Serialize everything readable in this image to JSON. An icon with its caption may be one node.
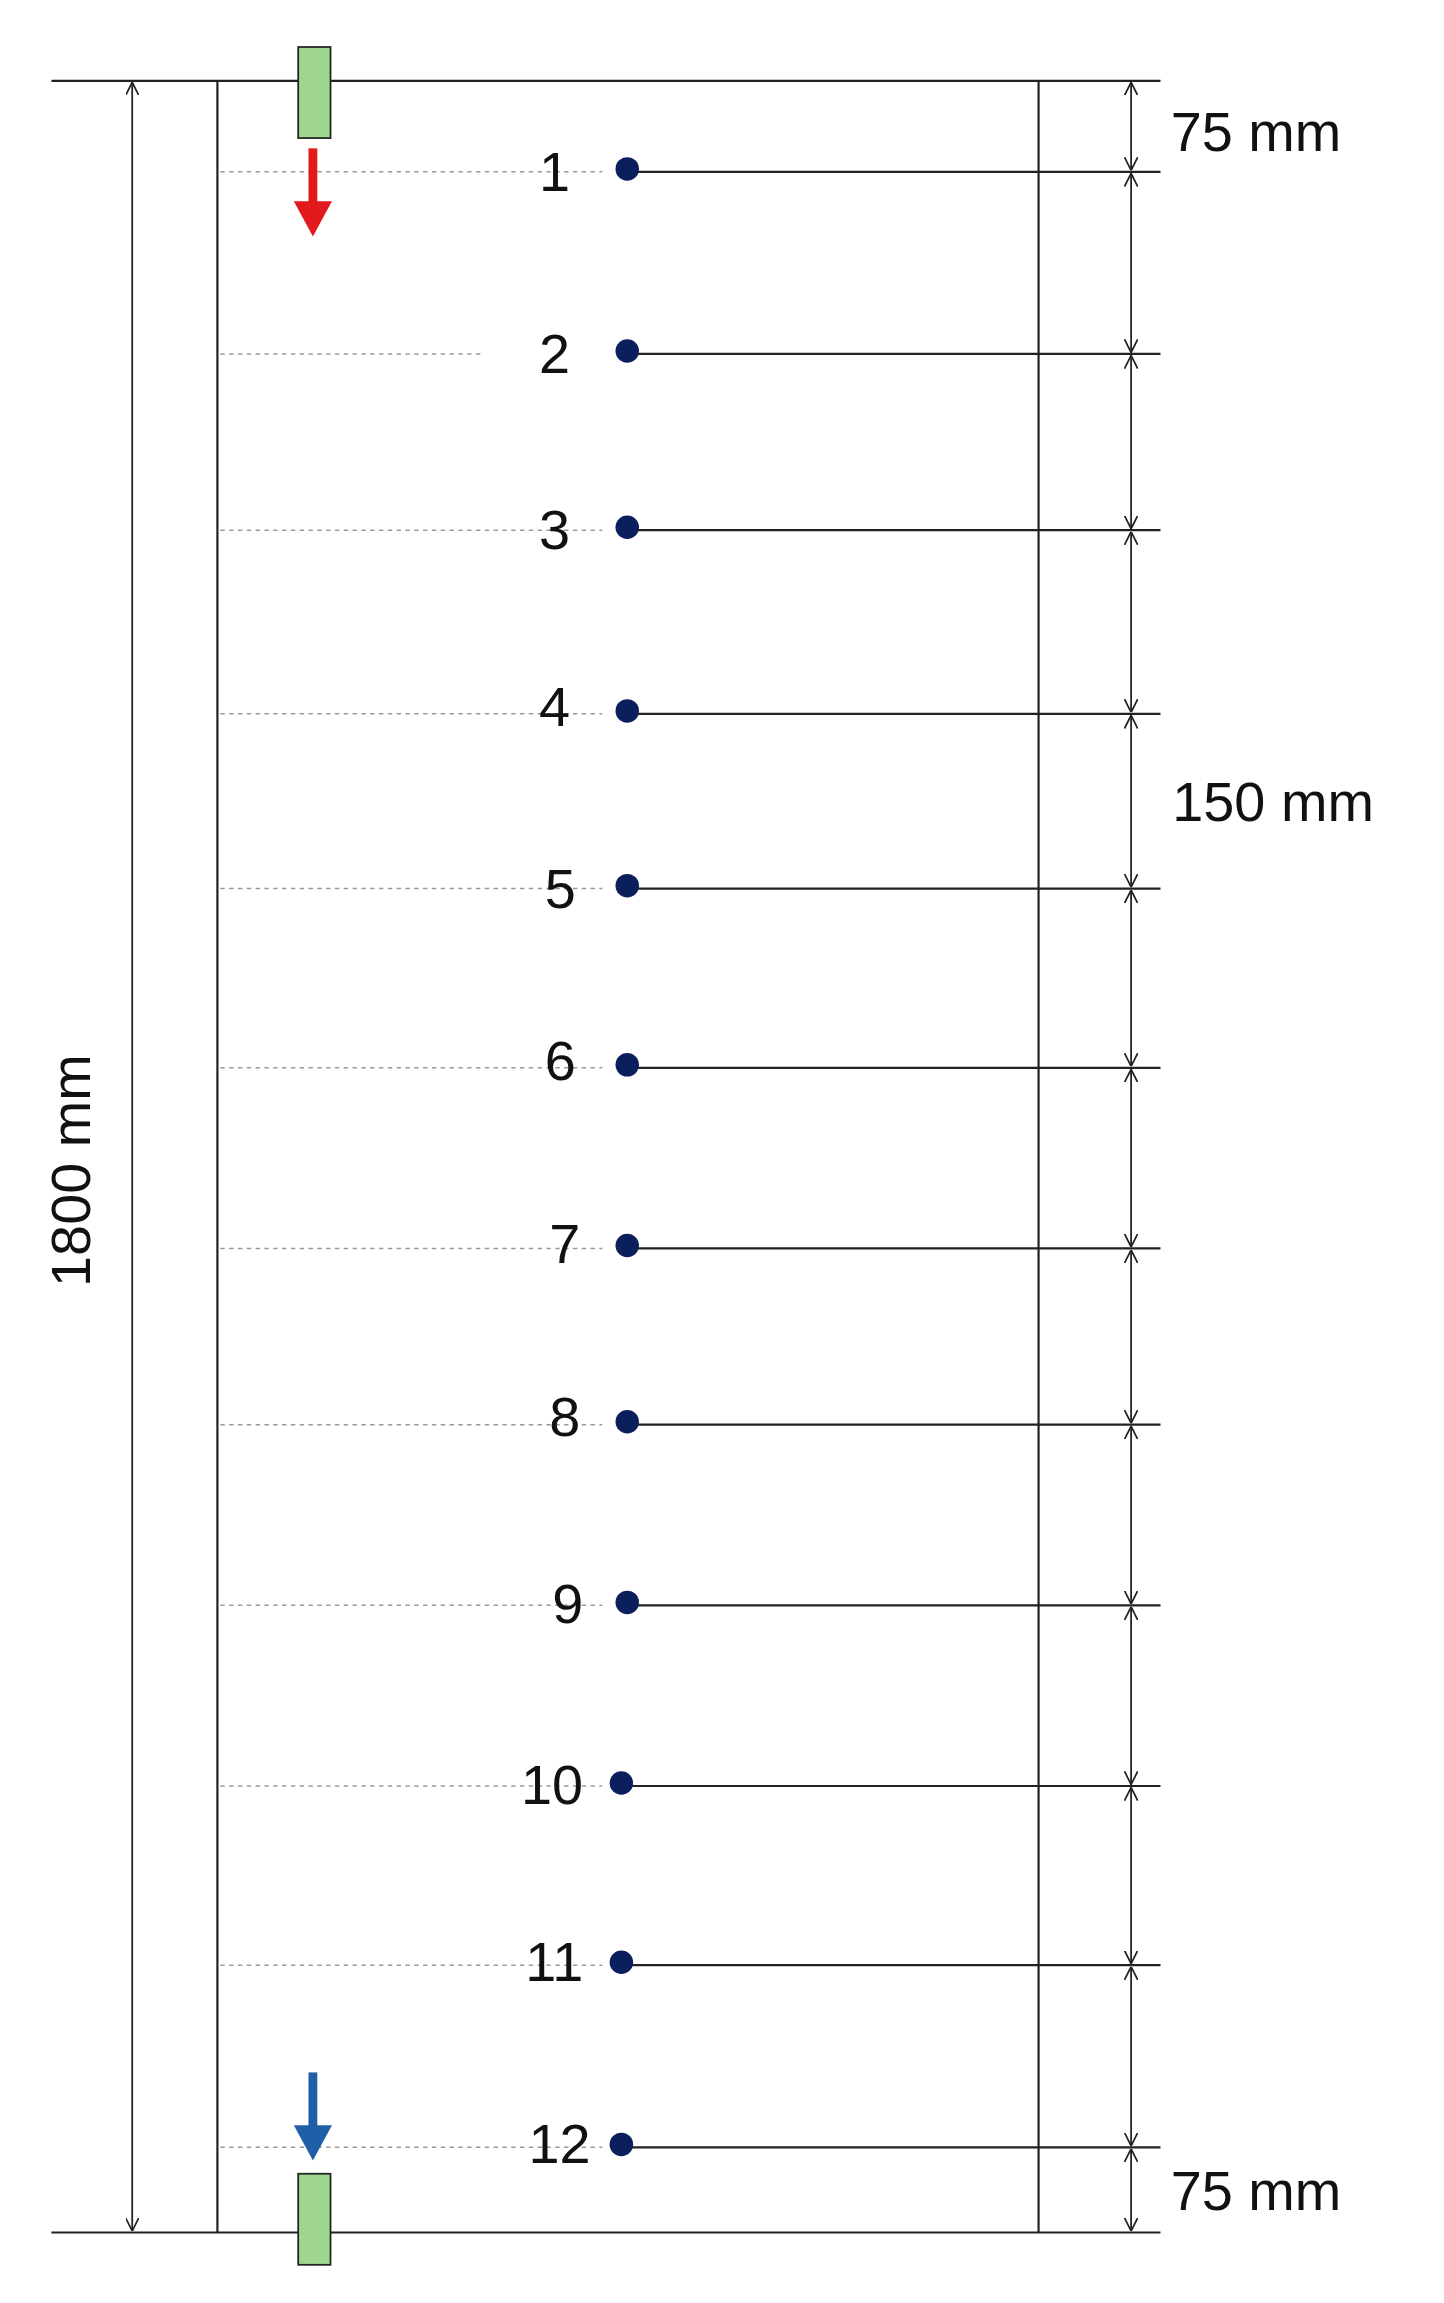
{
  "diagram": {
    "labels": [
      "75 mm",
      "1",
      "2",
      "3",
      "4",
      "150 mm",
      "5",
      "6",
      "1800 mm",
      "7",
      "8",
      "9",
      "10",
      "11",
      "12",
      "75 mm"
    ]
  }
}
